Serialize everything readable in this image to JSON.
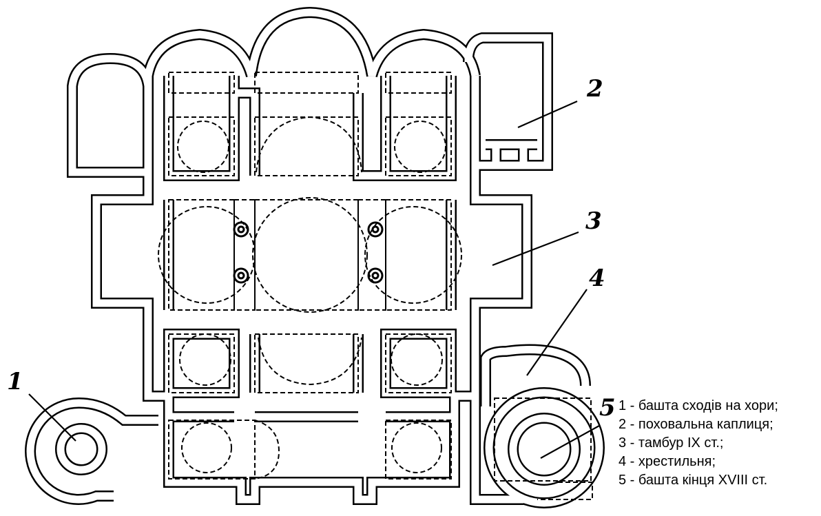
{
  "callouts": [
    "1",
    "2",
    "3",
    "4",
    "5"
  ],
  "legend": [
    "1 - башта сходів на хори;",
    "2 - поховальна каплиця;",
    "3 - тамбур IX ст.;",
    "4 - хрестильня;",
    "5 - башта кінця XVIII ст."
  ]
}
